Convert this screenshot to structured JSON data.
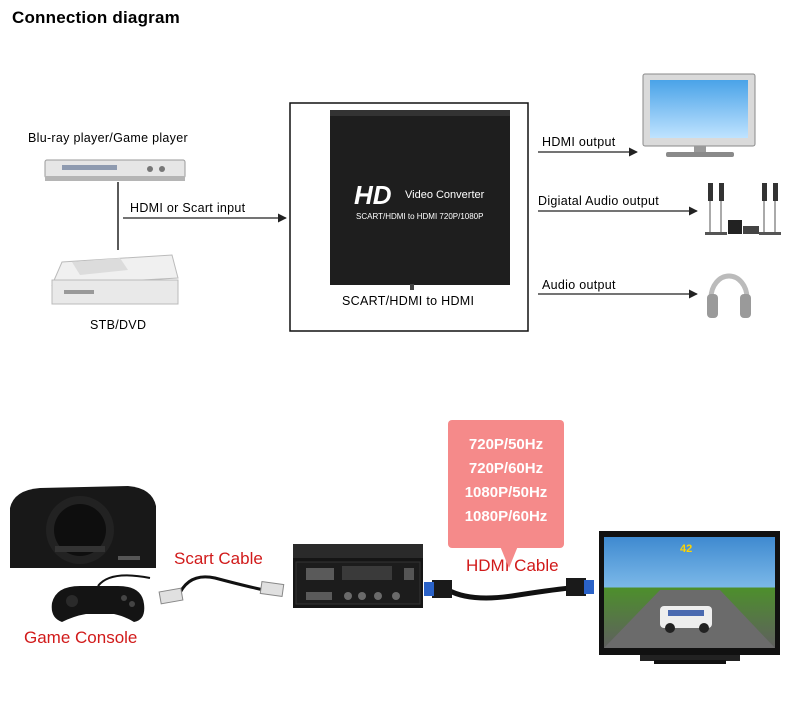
{
  "title": "Connection diagram",
  "top": {
    "source_label": "Blu-ray player/Game player",
    "stb_label": "STB/DVD",
    "input_label": "HDMI or Scart input",
    "box_caption": "SCART/HDMI to HDMI",
    "device_brand": "HD",
    "device_name": "Video Converter",
    "device_sub": "SCART/HDMI to HDMI 720P/1080P",
    "outputs": [
      "HDMI output",
      "Digiatal Audio  output",
      "Audio  output"
    ]
  },
  "bottom": {
    "console_label": "Game Console",
    "scart_label": "Scart Cable",
    "hdmi_label": "HDMI  Cable",
    "resolutions": [
      "720P/50Hz",
      "720P/60Hz",
      "1080P/50Hz",
      "1080P/60Hz"
    ],
    "hud_text": "42"
  },
  "colors": {
    "badge": "#f58a8a",
    "red_text": "#d11a1a",
    "device_body": "#1e1e1e",
    "hdmi_plug": "#2a62c8"
  }
}
